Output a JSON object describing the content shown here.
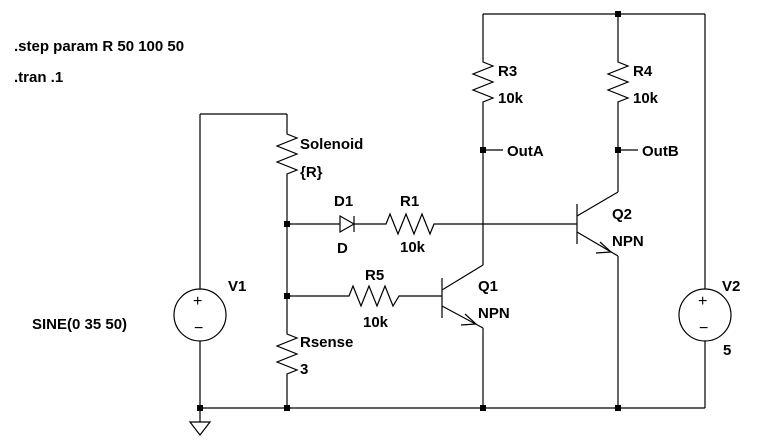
{
  "directives": {
    "step": ".step param R 50 100 50",
    "tran": ".tran .1"
  },
  "components": {
    "v1": {
      "name": "V1",
      "value": "SINE(0 35 50)"
    },
    "v2": {
      "name": "V2",
      "value": "5"
    },
    "solenoid": {
      "name": "Solenoid",
      "value": "{R}"
    },
    "rsense": {
      "name": "Rsense",
      "value": "3"
    },
    "d1": {
      "name": "D1",
      "value": "D"
    },
    "r1": {
      "name": "R1",
      "value": "10k"
    },
    "r5": {
      "name": "R5",
      "value": "10k"
    },
    "r3": {
      "name": "R3",
      "value": "10k"
    },
    "r4": {
      "name": "R4",
      "value": "10k"
    },
    "q1": {
      "name": "Q1",
      "value": "NPN"
    },
    "q2": {
      "name": "Q2",
      "value": "NPN"
    }
  },
  "nets": {
    "outa": "OutA",
    "outb": "OutB"
  },
  "source_symbols": {
    "plus": "+",
    "minus": "−"
  }
}
